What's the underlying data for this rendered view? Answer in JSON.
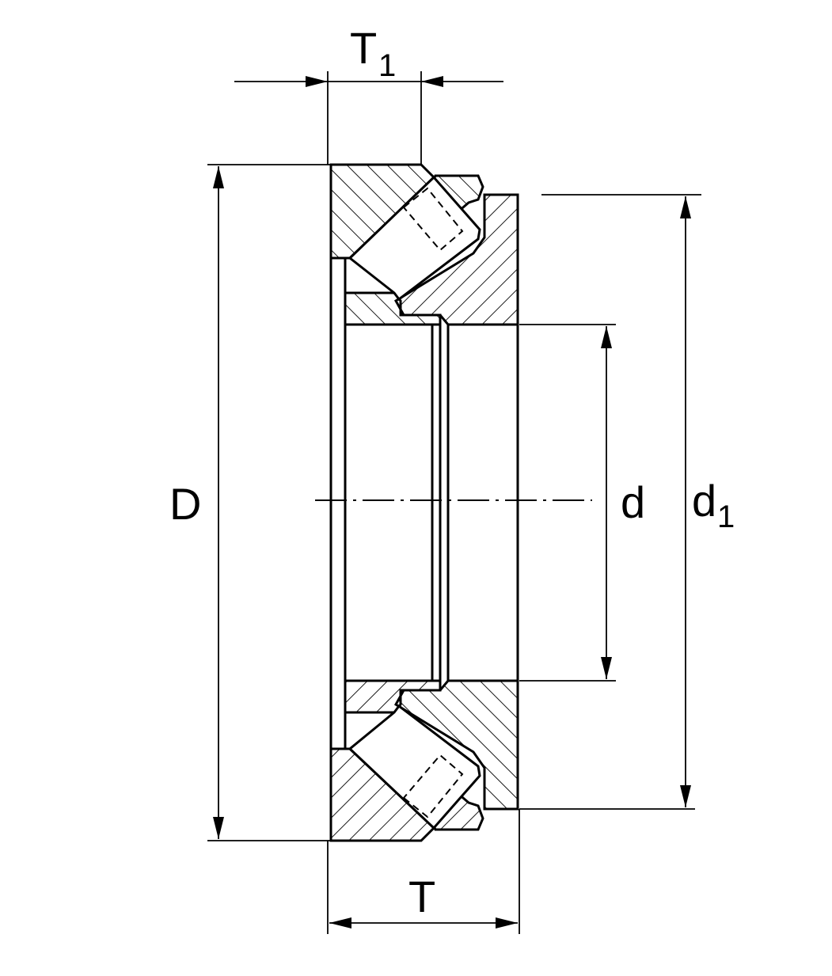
{
  "colors": {
    "line": "#000000",
    "background": "#ffffff"
  },
  "dimensions": {
    "T1": {
      "main": "T",
      "sub": "1"
    },
    "D": {
      "main": "D"
    },
    "d": {
      "main": "d"
    },
    "d1": {
      "main": "d",
      "sub": "1"
    },
    "T": {
      "main": "T"
    }
  }
}
